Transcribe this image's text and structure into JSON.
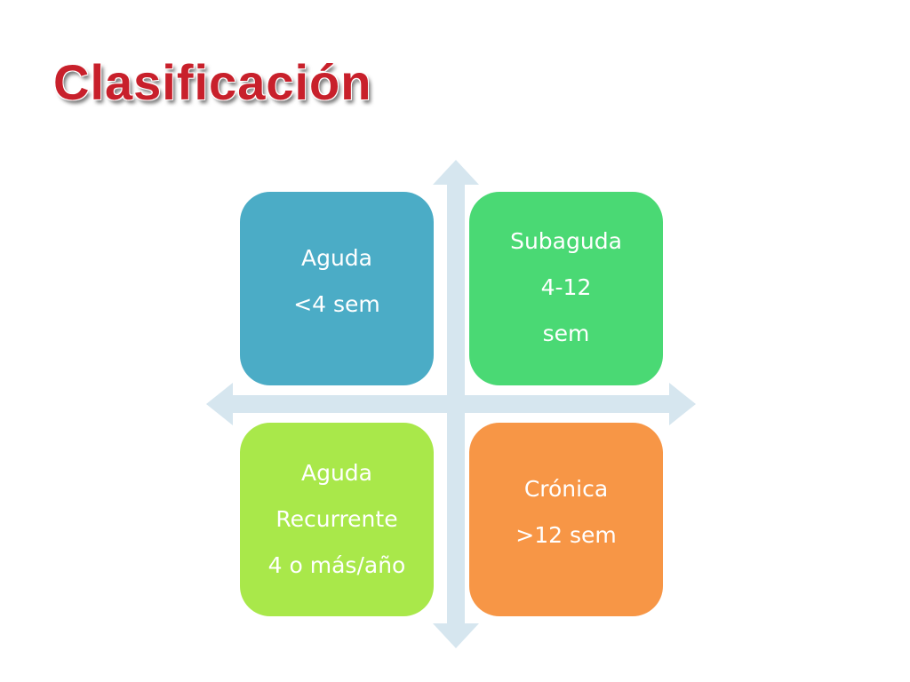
{
  "slide": {
    "title": "Clasificación"
  },
  "quadrants": {
    "top_left": {
      "lines": [
        "Aguda",
        "<4 sem"
      ],
      "color": "#4bacc6"
    },
    "top_right": {
      "lines": [
        "Subaguda",
        "4-12",
        "sem"
      ],
      "color": "#4ad974"
    },
    "bottom_left": {
      "lines": [
        "Aguda",
        "Recurrente",
        "4 o más/año"
      ],
      "color": "#a9e84a"
    },
    "bottom_right": {
      "lines": [
        "Crónica",
        ">12 sem"
      ],
      "color": "#f79646"
    }
  },
  "axes": {
    "color": "#d6e6ef",
    "icon": "four-way-arrow-cross"
  }
}
